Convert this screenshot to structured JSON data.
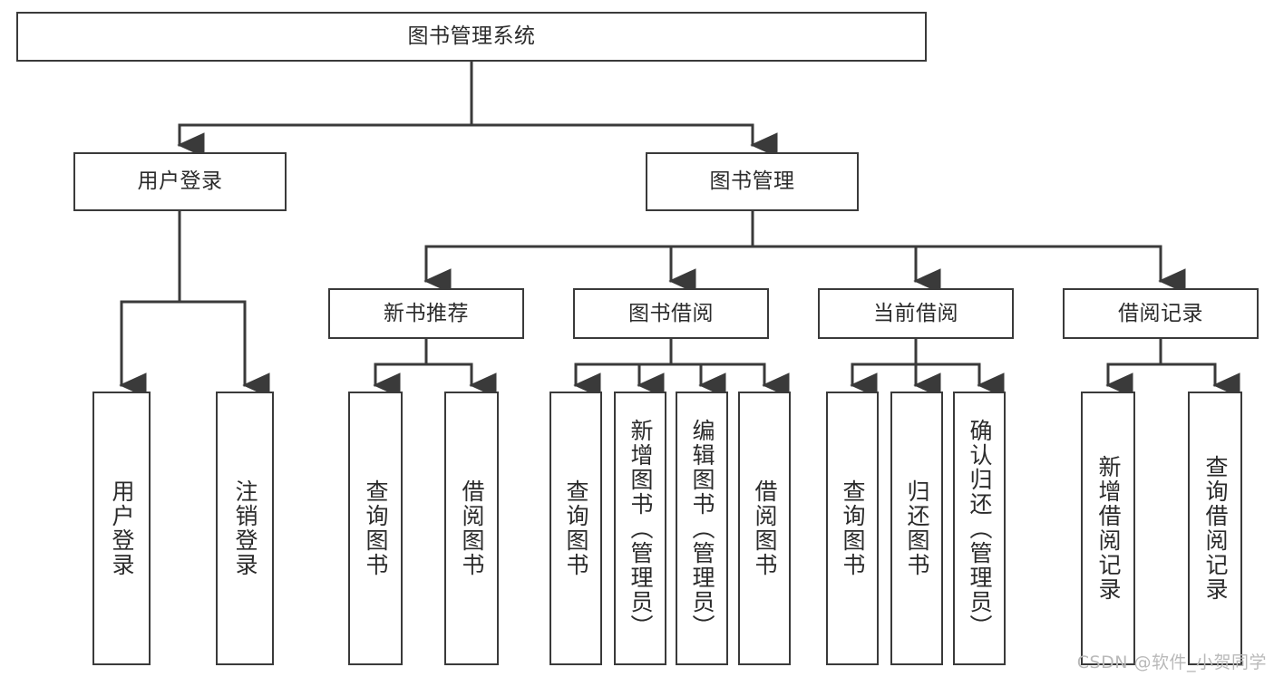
{
  "diagram": {
    "type": "hierarchy-tree",
    "title": "图书管理系统",
    "root": {
      "id": "root",
      "label": "图书管理系统"
    },
    "level2": [
      {
        "id": "user-login",
        "label": "用户登录"
      },
      {
        "id": "book-admin",
        "label": "图书管理"
      }
    ],
    "level3": [
      {
        "id": "new-book-rec",
        "label": "新书推荐",
        "parent": "book-admin"
      },
      {
        "id": "book-borrow",
        "label": "图书借阅",
        "parent": "book-admin"
      },
      {
        "id": "current-borrow",
        "label": "当前借阅",
        "parent": "book-admin"
      },
      {
        "id": "borrow-record",
        "label": "借阅记录",
        "parent": "book-admin"
      }
    ],
    "leaves": [
      {
        "id": "leaf-user-login",
        "label": "用户登录",
        "parent": "user-login"
      },
      {
        "id": "leaf-user-logout",
        "label": "注销登录",
        "parent": "user-login"
      },
      {
        "id": "leaf-query-book-1",
        "label": "查询图书",
        "parent": "new-book-rec"
      },
      {
        "id": "leaf-borrow-book-1",
        "label": "借阅图书",
        "parent": "new-book-rec"
      },
      {
        "id": "leaf-query-book-2",
        "label": "查询图书",
        "parent": "book-borrow"
      },
      {
        "id": "leaf-add-book",
        "label": "新增图书（管理员）",
        "parent": "book-borrow"
      },
      {
        "id": "leaf-edit-book",
        "label": "编辑图书（管理员）",
        "parent": "book-borrow"
      },
      {
        "id": "leaf-borrow-book-2",
        "label": "借阅图书",
        "parent": "book-borrow"
      },
      {
        "id": "leaf-query-book-3",
        "label": "查询图书",
        "parent": "current-borrow"
      },
      {
        "id": "leaf-return-book",
        "label": "归还图书",
        "parent": "current-borrow"
      },
      {
        "id": "leaf-confirm-return",
        "label": "确认归还（管理员）",
        "parent": "current-borrow"
      },
      {
        "id": "leaf-add-record",
        "label": "新增借阅记录",
        "parent": "borrow-record"
      },
      {
        "id": "leaf-query-record",
        "label": "查询借阅记录",
        "parent": "borrow-record"
      }
    ],
    "colors": {
      "border": "#3a3a3a",
      "background": "#ffffff",
      "text": "#2b2b2b",
      "connector": "#3a3a3a",
      "watermark": "#b9b9b9"
    }
  },
  "watermark": {
    "text": "CSDN @软件_小贺同学"
  }
}
